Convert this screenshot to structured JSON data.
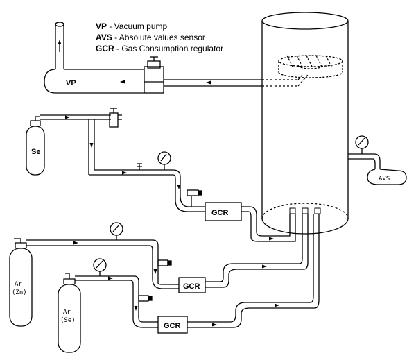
{
  "legend": [
    {
      "abbr": "VP",
      "text": " - Vacuum pump"
    },
    {
      "abbr": "AVS",
      "text": " - Absolute values sensor"
    },
    {
      "abbr": "GCR",
      "text": " - Gas Consumption regulator"
    }
  ],
  "labels": {
    "vp": "VP",
    "se": "Se",
    "avs": "AVS",
    "gcr_top": "GCR",
    "gcr_mid": "GCR",
    "gcr_bottom": "GCR",
    "ar_zn_1": "Ar",
    "ar_zn_2": "(Zn)",
    "ar_se_1": "Ar",
    "ar_se_2": "(Se)"
  }
}
